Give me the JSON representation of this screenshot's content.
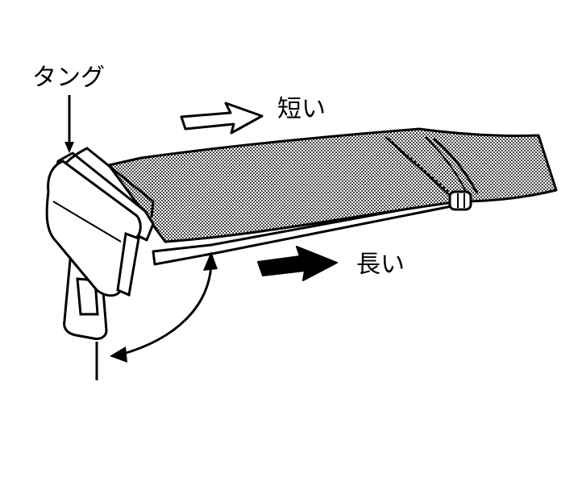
{
  "labels": {
    "tongue": "タング",
    "short": "短い",
    "long": "長い"
  },
  "colors": {
    "ink": "#000000",
    "paper": "#ffffff",
    "webbing_tone": "#b9b9b9"
  }
}
